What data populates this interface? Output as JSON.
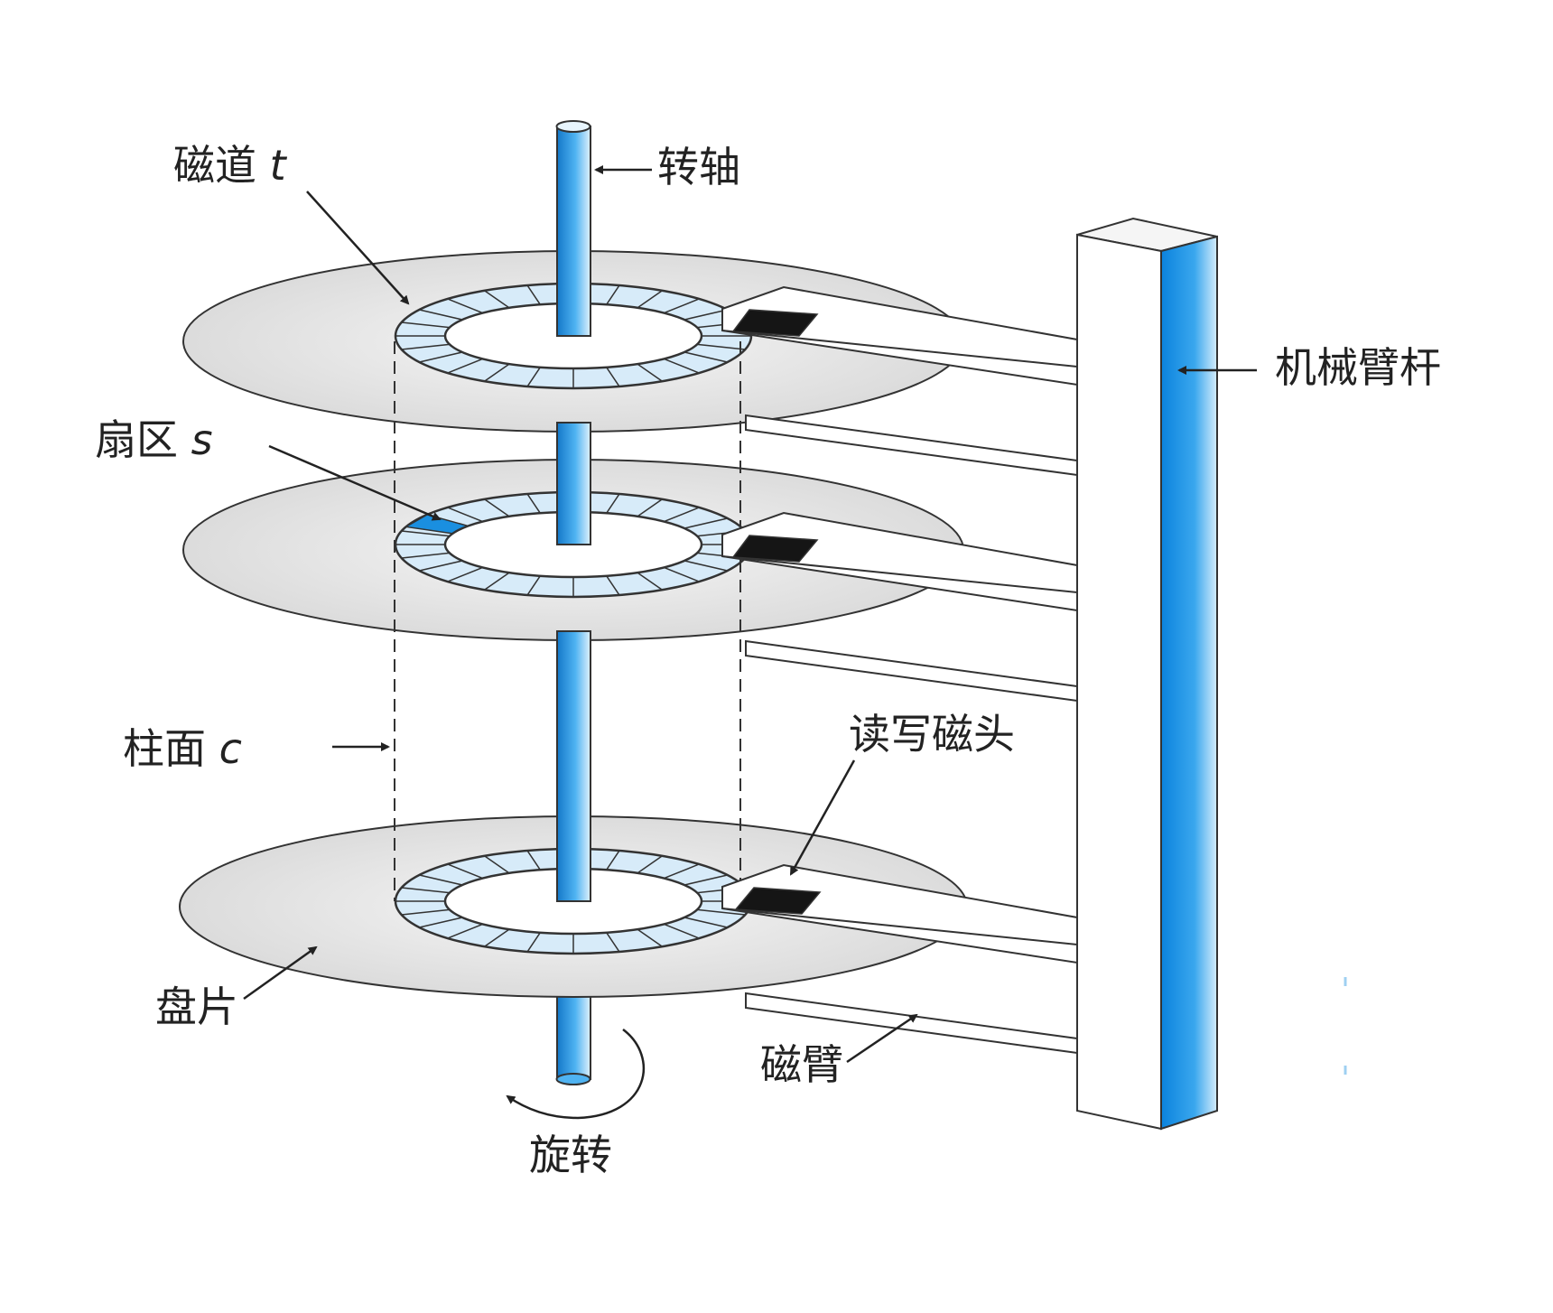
{
  "colors": {
    "accent_blue": "#1a8fe0",
    "track_fill": "#d7ebf9",
    "platter_fill": "#e6e6e6",
    "outline": "#333333",
    "head_black": "#151515"
  },
  "labels": {
    "track": {
      "text": "磁道",
      "var": "t"
    },
    "spindle": {
      "text": "转轴"
    },
    "sector": {
      "text": "扇区",
      "var": "s"
    },
    "actuator": {
      "text": "机械臂杆"
    },
    "cylinder": {
      "text": "柱面",
      "var": "c"
    },
    "head": {
      "text": "读写磁头"
    },
    "platter": {
      "text": "盘片"
    },
    "arm": {
      "text": "磁臂"
    },
    "rotation": {
      "text": "旋转"
    }
  },
  "diagram": {
    "platter_count": 3,
    "sectors_per_track": 24,
    "highlighted_sector_platter": 2
  }
}
